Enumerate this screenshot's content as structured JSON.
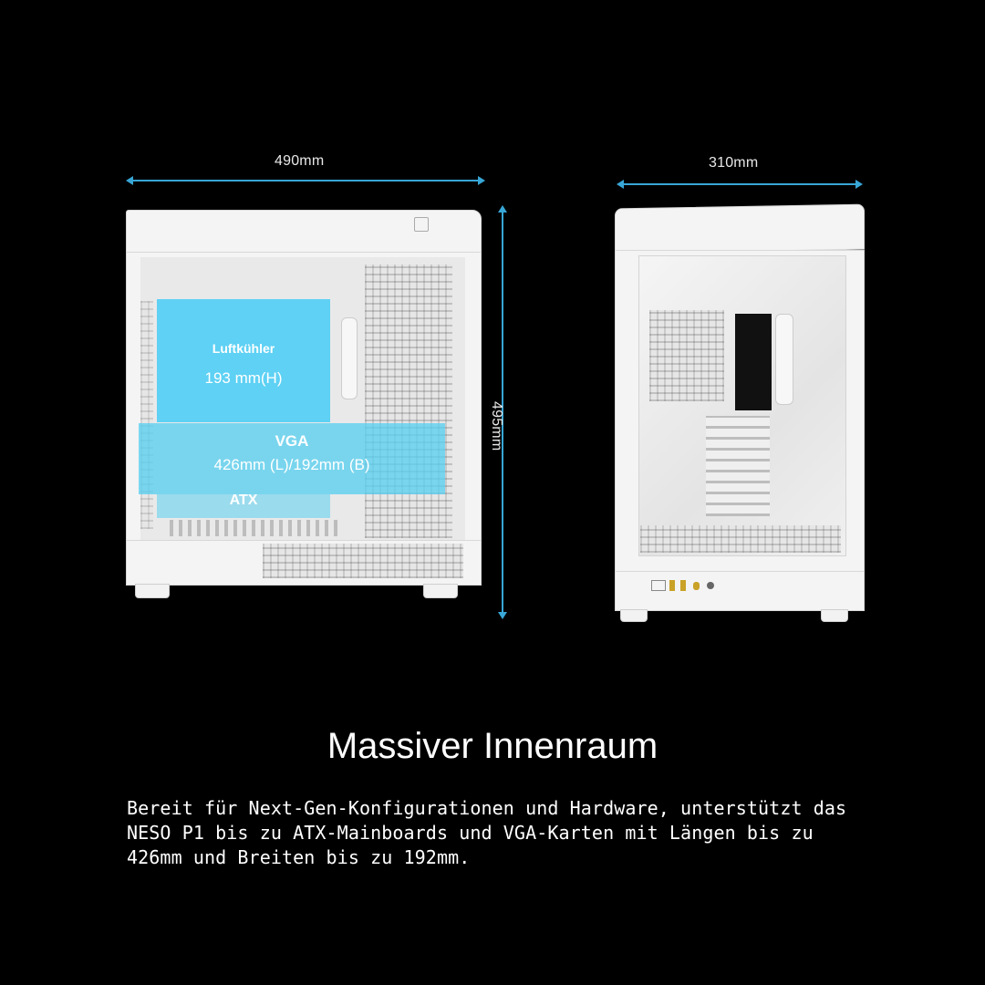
{
  "dimensions": {
    "front_width": "490mm",
    "side_width": "310mm",
    "height": "495mm"
  },
  "overlays": {
    "cooler_title": "Luftkühler",
    "cooler_value": "193 mm(H)",
    "vga_title": "VGA",
    "vga_value": "426mm (L)/192mm (B)",
    "atx_title": "ATX"
  },
  "heading": "Massiver Innenraum",
  "description": "Bereit für Next-Gen-Konfigurationen und Hardware, unterstützt das\nNESO P1 bis zu ATX-Mainboards und VGA-Karten mit Längen bis zu\n426mm und Breiten bis zu 192mm.",
  "colors": {
    "background": "#000000",
    "dimension_line": "#38a6d6",
    "overlay_blue": "#40ccf6"
  }
}
